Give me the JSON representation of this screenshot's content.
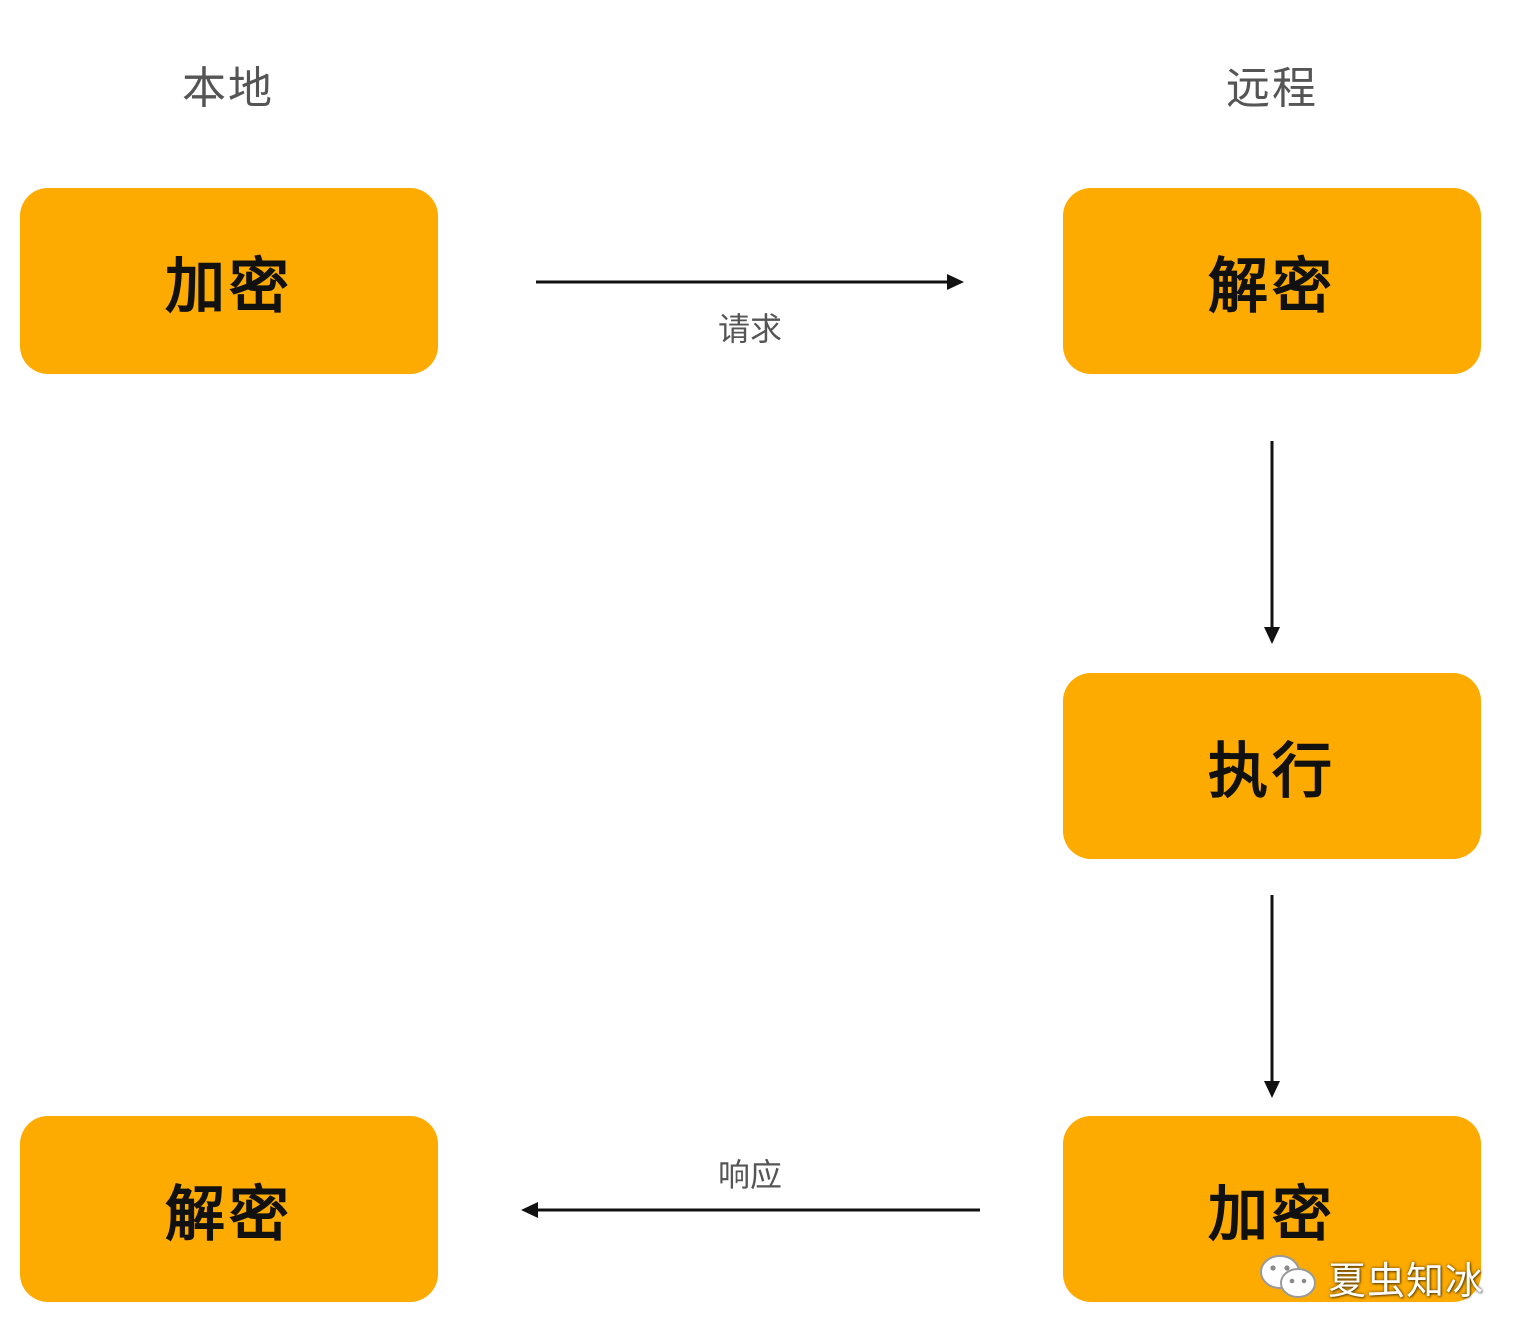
{
  "colors": {
    "box_fill": "#FDAB00",
    "box_text": "#111111",
    "title_text": "#555555",
    "arrow": "#111111"
  },
  "columns": {
    "local": "本地",
    "remote": "远程"
  },
  "boxes": {
    "local_encrypt": "加密",
    "remote_decrypt": "解密",
    "remote_execute": "执行",
    "remote_encrypt": "加密",
    "local_decrypt": "解密"
  },
  "edges": {
    "request": "请求",
    "response": "响应"
  },
  "watermark": {
    "icon": "wechat-icon",
    "text": "夏虫知冰"
  }
}
